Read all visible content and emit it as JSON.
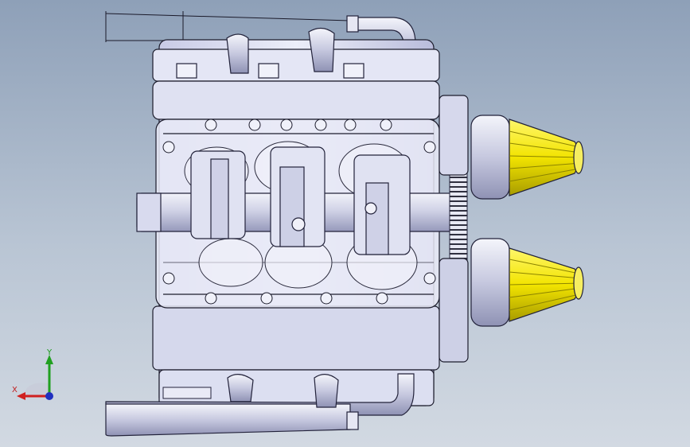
{
  "viewport": {
    "background_top": "#8ea0b8",
    "background_bottom": "#d2d9e2"
  },
  "model": {
    "description_icon": "v-engine-3d-model",
    "body_color": "#d9dbf0",
    "edge_color": "#1c1c2c",
    "filter_color": "#f2e400",
    "filter_dark": "#8c8400"
  },
  "triad": {
    "x_label": "X",
    "y_label": "Y",
    "x_color": "#d02020",
    "y_color": "#20a020",
    "z_color": "#2030c0"
  }
}
